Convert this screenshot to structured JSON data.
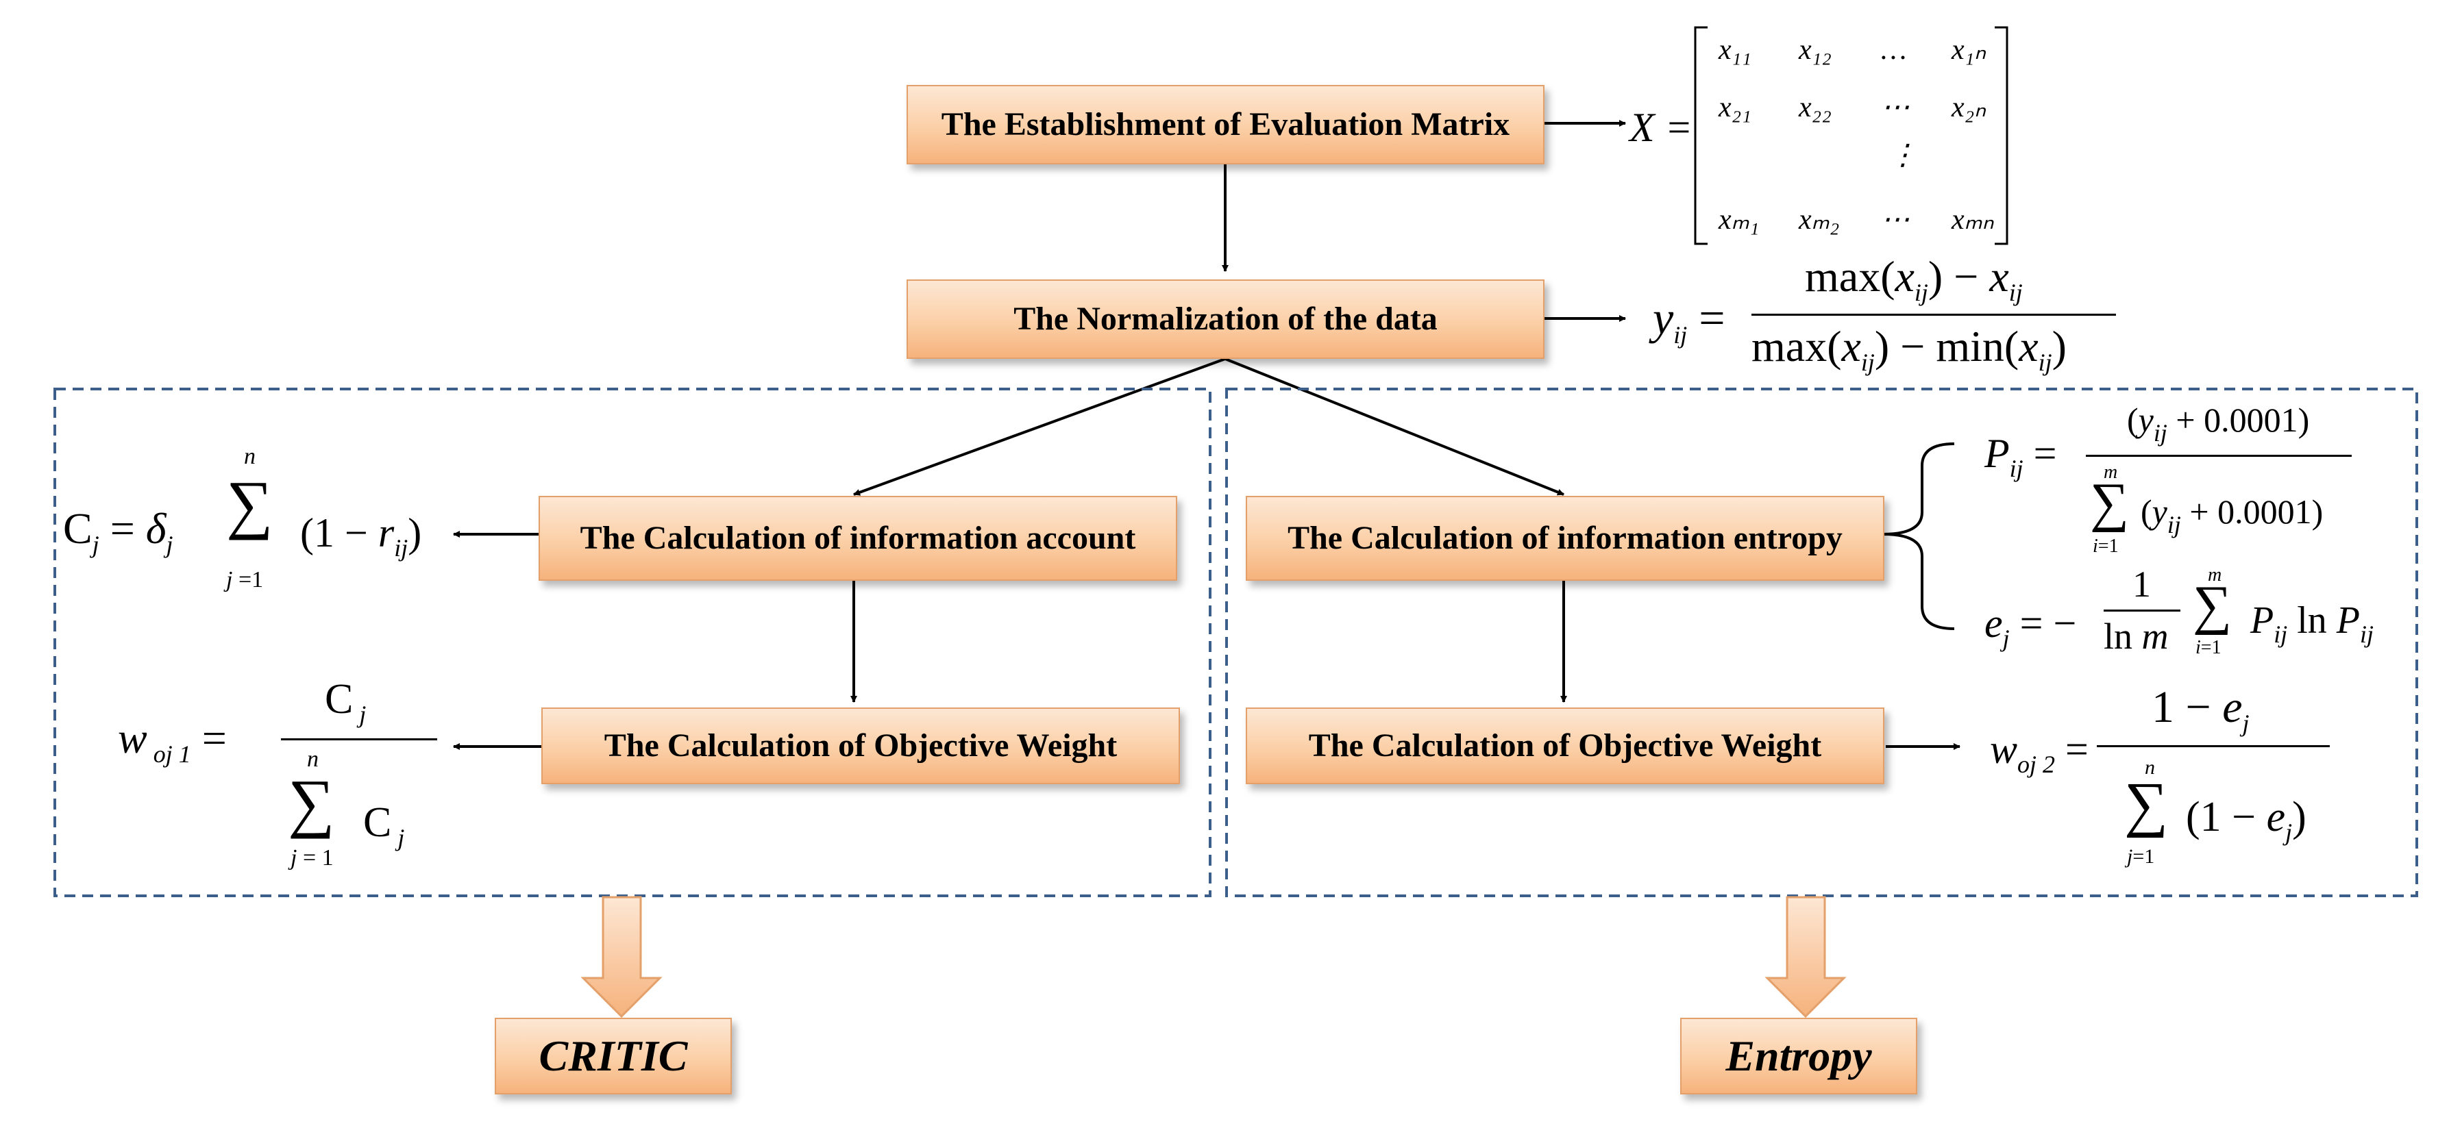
{
  "boxes": {
    "evaluation_matrix": "The Establishment of Evaluation Matrix",
    "normalization": "The Normalization of the data",
    "information_account": "The Calculation of information account",
    "information_entropy": "The Calculation of information entropy",
    "objective_weight_left": "The Calculation of Objective Weight",
    "objective_weight_right": "The Calculation of Objective Weight",
    "critic": "CRITIC",
    "entropy": "Entropy"
  },
  "formulas": {
    "matrix_symbol": "X =",
    "matrix_rows": [
      [
        "x₁₁",
        "x₁₂",
        "…",
        "x₁ₙ"
      ],
      [
        "x₂₁",
        "x₂₂",
        "⋯",
        "x₂ₙ"
      ],
      [
        "",
        "",
        "⋮",
        ""
      ],
      [
        "xₘ₁",
        "xₘ₂",
        "⋯",
        "xₘₙ"
      ]
    ],
    "normalization": "y_ij = (max(x_ij) − x_ij) / (max(x_ij) − min(x_ij))",
    "critic_info": "C_j = δ_j Σ_{j=1}^{n} (1 − r_ij)",
    "critic_weight": "w_oj1 = C_j / Σ_{j=1}^{n} C_j",
    "entropy_p": "P_ij = (y_ij + 0.0001) / Σ_{i=1}^{m}(y_ij + 0.0001)",
    "entropy_e": "e_j = − (1 / ln m) Σ_{i=1}^{m} P_ij ln P_ij",
    "entropy_weight": "w_oj2 = (1 − e_j) / Σ_{j=1}^{n}(1 − e_j)"
  },
  "colors": {
    "box_border": "#e4a06a",
    "box_fill_top": "#fde7d4",
    "box_fill_bottom": "#f6b27c",
    "dashed_border": "#3b5f8a",
    "down_arrow_fill": "#fbcfa6"
  }
}
